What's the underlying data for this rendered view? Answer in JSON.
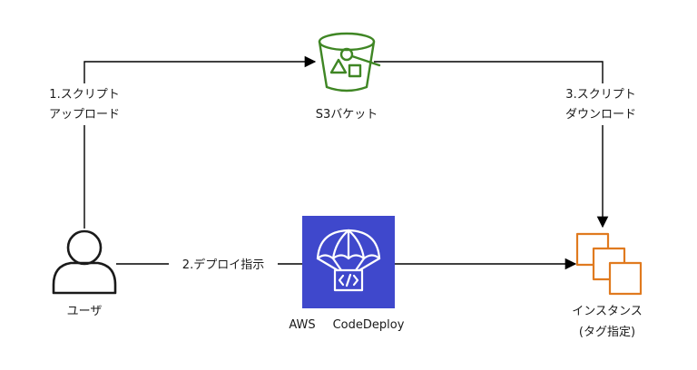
{
  "nodes": {
    "user": {
      "label": "ユーザ",
      "icon": "user-icon"
    },
    "s3": {
      "label": "S3バケット",
      "icon": "s3-bucket-icon",
      "color": "#3f8624"
    },
    "codedeploy": {
      "label_line1": "AWS",
      "label_line2": "CodeDeploy",
      "icon": "codedeploy-parachute-icon",
      "color": "#3f48cc"
    },
    "instances": {
      "label_line1": "インスタンス",
      "label_line2": "(タグ指定)",
      "icon": "ec2-instances-icon",
      "color": "#e07a1f"
    }
  },
  "edges": {
    "upload": {
      "line1": "1.スクリプト",
      "line2": "アップロード"
    },
    "deploy": {
      "line1": "2.デプロイ指示"
    },
    "download": {
      "line1": "3.スクリプト",
      "line2": "ダウンロード"
    }
  }
}
